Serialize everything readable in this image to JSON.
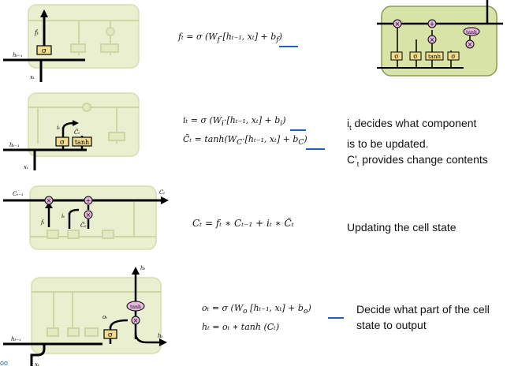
{
  "panels": [
    {
      "id": "forget",
      "equation": "f_t = σ (W_f·[h_{t−1}, x_t] + b_f)",
      "eq_display": {
        "lhs": "fₜ = σ (W",
        "sub": "f",
        "rest": "·[hₜ₋₁, xₜ]  +  ",
        "bias": "b",
        "bias_sub": "f",
        "tail": ")"
      },
      "diagram_labels": {
        "gate": "σ",
        "f": "fₜ",
        "h_in": "hₜ₋₁",
        "x": "xₜ"
      },
      "description": []
    },
    {
      "id": "input",
      "equation_lines": [
        {
          "lhs": "iₜ = σ (W",
          "sub": "i",
          "rest": "·[hₜ₋₁, xₜ]  +  ",
          "bias": "b",
          "bias_sub": "i",
          "tail": ")"
        },
        {
          "lhs": "C̃ₜ = tanh(W",
          "sub": "C",
          "rest": "·[hₜ₋₁, xₜ]  +  ",
          "bias": "b",
          "bias_sub": "C",
          "tail": ")"
        }
      ],
      "diagram_labels": {
        "gate": "σ",
        "tanh": "tanh",
        "i": "iₜ",
        "c": "C̃ₜ",
        "h_in": "hₜ₋₁",
        "x": "xₜ"
      },
      "description": [
        {
          "main": "i",
          "sub": "t",
          "rest": " decides what component"
        },
        {
          "main": "is to be updated.",
          "sub": "",
          "rest": ""
        },
        {
          "main": "C'",
          "sub": "t",
          "rest": " provides change contents"
        }
      ]
    },
    {
      "id": "update",
      "equation": "Cₜ = fₜ ∗ Cₜ₋₁ + iₜ ∗ C̃ₜ",
      "diagram_labels": {
        "c_in": "Cₜ₋₁",
        "c_out": "Cₜ",
        "f": "fₜ",
        "i": "iₜ",
        "c": "C̃ₜ",
        "times": "×",
        "plus": "+"
      },
      "description": [
        {
          "main": "Updating the cell state",
          "sub": "",
          "rest": ""
        }
      ]
    },
    {
      "id": "output",
      "equation_lines": [
        {
          "lhs": "oₜ = σ (W",
          "sub": "o",
          "rest": " [hₜ₋₁, xₜ]  +  ",
          "bias": "b",
          "bias_sub": "o",
          "tail": ")"
        },
        {
          "lhs": "hₜ = oₜ ∗ tanh (Cₜ)",
          "sub": "",
          "rest": "",
          "bias": "",
          "bias_sub": "",
          "tail": ""
        }
      ],
      "diagram_labels": {
        "gate": "σ",
        "tanh": "tanh",
        "o": "oₜ",
        "h_out": "hₜ",
        "h_top": "hₜ",
        "h_in": "hₜ₋₁",
        "x": "xₜ",
        "times": "×"
      },
      "description": [
        {
          "main": "Decide what part of the cell",
          "sub": "",
          "rest": ""
        },
        {
          "main": "state to output",
          "sub": "",
          "rest": ""
        }
      ]
    }
  ],
  "overview_labels": {
    "sigma": "σ",
    "tanh": "tanh",
    "times": "×",
    "plus": "+"
  },
  "footer": "oo",
  "colors": {
    "cell_fill": "#e6edc8",
    "cell_stroke": "#c9d69a",
    "gate_fill": "#f3dc8e",
    "accent_underline": "#1f5fbf",
    "tanh_fill": "#d8a6d6"
  }
}
